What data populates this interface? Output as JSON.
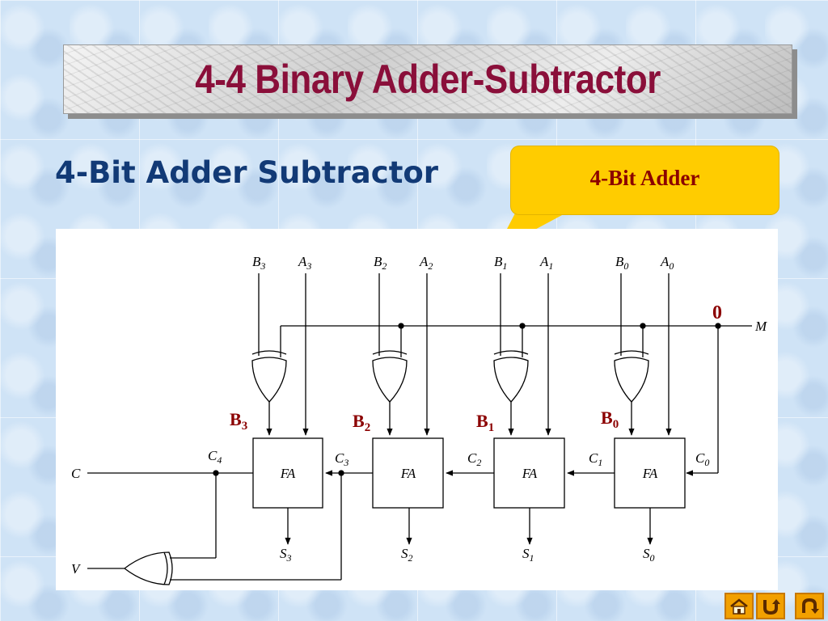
{
  "title": "4-4  Binary Adder-Subtractor",
  "subtitle": "4-Bit Adder Subtractor",
  "callout": "4-Bit Adder",
  "diagram": {
    "input_labels": [
      {
        "b": "B",
        "bsub": "3",
        "a": "A",
        "asub": "3"
      },
      {
        "b": "B",
        "bsub": "2",
        "a": "A",
        "asub": "2"
      },
      {
        "b": "B",
        "bsub": "1",
        "a": "A",
        "asub": "1"
      },
      {
        "b": "B",
        "bsub": "0",
        "a": "A",
        "asub": "0"
      }
    ],
    "mode_label": "M",
    "mode_value": "0",
    "fa_label": "FA",
    "carry_labels": [
      {
        "c": "C",
        "sub": "4"
      },
      {
        "c": "C",
        "sub": "3"
      },
      {
        "c": "C",
        "sub": "2"
      },
      {
        "c": "C",
        "sub": "1"
      },
      {
        "c": "C",
        "sub": "0"
      }
    ],
    "sum_labels": [
      {
        "s": "S",
        "sub": "3"
      },
      {
        "s": "S",
        "sub": "2"
      },
      {
        "s": "S",
        "sub": "1"
      },
      {
        "s": "S",
        "sub": "0"
      }
    ],
    "xor_output_labels": [
      {
        "b": "B",
        "sub": "3"
      },
      {
        "b": "B",
        "sub": "2"
      },
      {
        "b": "B",
        "sub": "1"
      },
      {
        "b": "B",
        "sub": "0"
      }
    ],
    "carry_out_label": "C",
    "overflow_label": "V"
  },
  "icons": [
    "home-icon",
    "back-icon",
    "return-icon"
  ],
  "colors": {
    "title": "#8a0f3a",
    "subtitle": "#123a76",
    "callout_bg": "#ffcc00",
    "callout_text": "#8b0000",
    "annotation": "#8b0000",
    "nav_button": "#f2a000"
  }
}
